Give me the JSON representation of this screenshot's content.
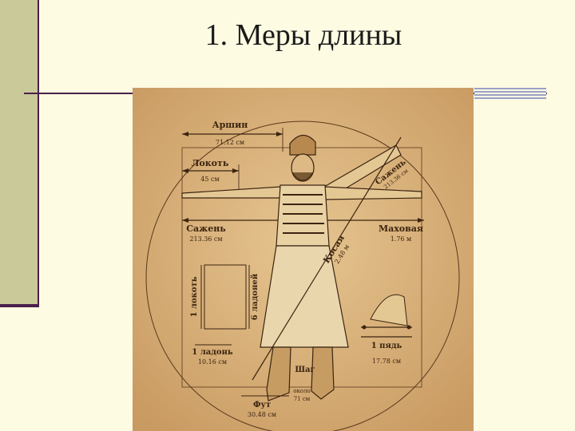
{
  "slide": {
    "title": "1. Меры длины"
  },
  "illustration": {
    "arshin": {
      "name": "Аршин",
      "value": "71.12 см"
    },
    "lokot": {
      "name": "Локоть",
      "value": "45 см"
    },
    "sazhen": {
      "name": "Сажень",
      "value": "213.36 см"
    },
    "makhovaya": {
      "name": "Маховая",
      "value": "1.76 м"
    },
    "sazhen_diag": {
      "name": "Сажень",
      "value": "213.36 см"
    },
    "kosaya": {
      "name": "Косая",
      "value": "2.48 м"
    },
    "one_lokot": {
      "name": "1 локоть"
    },
    "six_ladoney": {
      "name": "6 ладоней"
    },
    "one_ladon": {
      "name": "1 ладонь",
      "value": "10.16 см"
    },
    "shag": {
      "name": "Шаг",
      "value_line1": "около",
      "value_line2": "71 см"
    },
    "fut": {
      "name": "Фут",
      "value": "30.48 см"
    },
    "pyad": {
      "name": "1 пядь",
      "value": "17.78 см"
    }
  },
  "colors": {
    "background": "#fdfbe2",
    "sidebar": "#c9c99a",
    "accent": "#4a1f4a",
    "parchment": "#d9b47f",
    "ink": "#3b2410"
  }
}
